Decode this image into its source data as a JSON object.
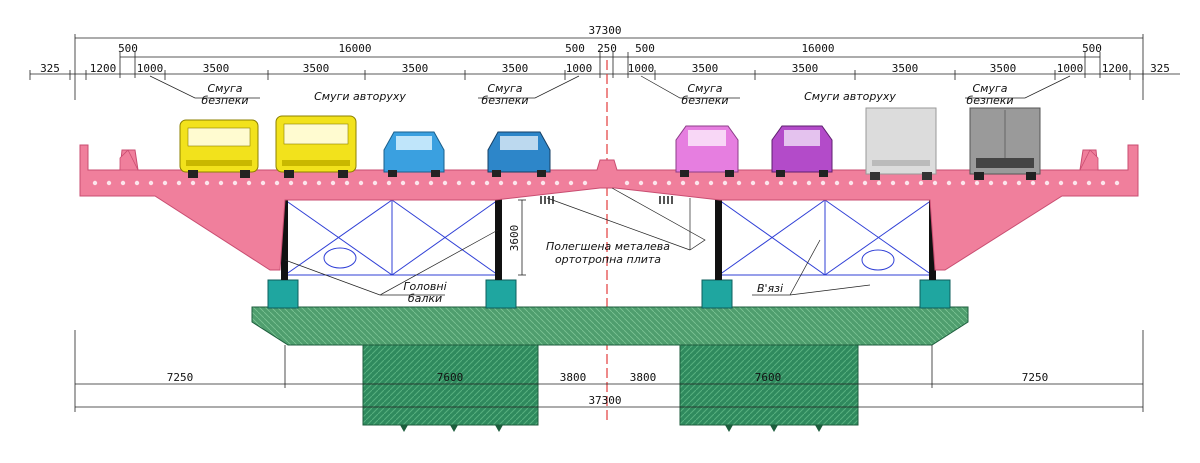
{
  "dimensions": {
    "overall_top": "37300",
    "overall_bottom": "37300",
    "left_sidewalk": "325",
    "left_bike": "1200",
    "left_edge_500": "500",
    "left_carriage": "16000",
    "left_center_500": "500",
    "median": "250",
    "right_center_500": "500",
    "right_carriage": "16000",
    "right_edge_500": "500",
    "right_bike": "1200",
    "right_sidewalk": "325",
    "left_lanes": [
      "1000",
      "3500",
      "3500",
      "3500",
      "3500",
      "1000"
    ],
    "right_lanes": [
      "1000",
      "3500",
      "3500",
      "3500",
      "3500",
      "1000"
    ],
    "girder_height": "3600",
    "bottom_left_overhang": "7250",
    "bottom_left_pier": "7600",
    "bottom_left_center": "3800",
    "bottom_right_center": "3800",
    "bottom_right_pier": "7600",
    "bottom_right_overhang": "7250"
  },
  "labels": {
    "safety_strip_line1": "Смуга",
    "safety_strip_line2": "безпеки",
    "traffic_lanes": "Смуги авторуху",
    "ortho_plate_line1": "Полегшена металева",
    "ortho_plate_line2": "ортотропна плита",
    "main_beams_line1": "Головні",
    "main_beams_line2": "балки",
    "bracing": "В'язі"
  },
  "colors": {
    "deck": "#f07f9c",
    "pier": "#2f8a5e",
    "pier_cap": "#5aa374",
    "bearing": "#1fa6a0",
    "bracing": "#2f3fd6",
    "girder": "#111111",
    "axis": "#e23b3b"
  },
  "vehicles": [
    {
      "kind": "van",
      "color": "#f2e21c"
    },
    {
      "kind": "van",
      "color": "#f2e21c"
    },
    {
      "kind": "car",
      "color": "#3aa0e0"
    },
    {
      "kind": "car",
      "color": "#2d86c9"
    },
    {
      "kind": "minivan",
      "color": "#e67ee0"
    },
    {
      "kind": "minivan",
      "color": "#b34bc9"
    },
    {
      "kind": "truck",
      "color": "#dcdcdc"
    },
    {
      "kind": "truck",
      "color": "#9a9a9a"
    }
  ]
}
